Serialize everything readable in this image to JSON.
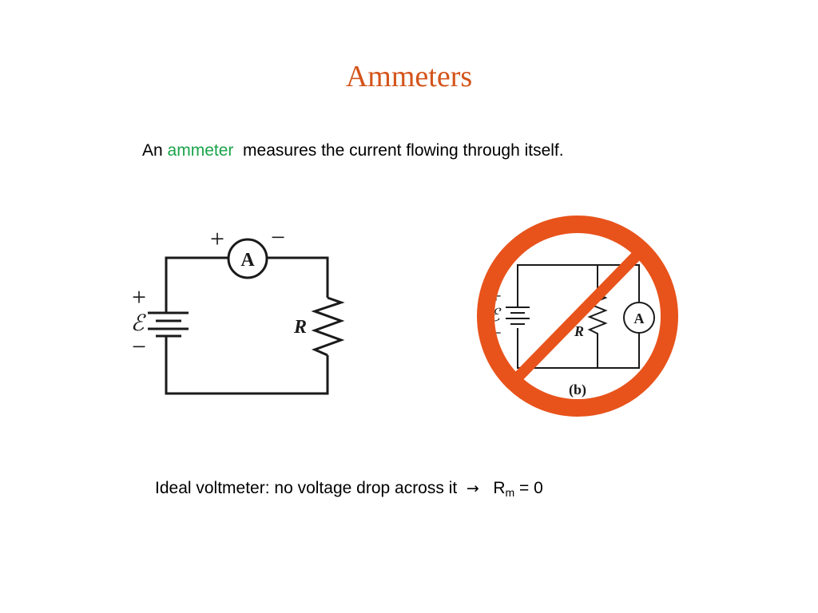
{
  "slide": {
    "title": "Ammeters",
    "line1": {
      "prefix": "An ",
      "keyword": "ammeter",
      "suffix": "  measures the current flowing through itself."
    },
    "line2": {
      "text": "Ideal voltmeter: no voltage drop across it  ",
      "arrow": "→",
      "symbol": "R",
      "subscript": "m",
      "equation": " = 0"
    }
  },
  "left_circuit": {
    "plus_top": "+",
    "minus_top": "−",
    "meter_label": "A",
    "battery_plus": "+",
    "battery_minus": "−",
    "emf_symbol": "ℰ",
    "resistor_label": "R"
  },
  "right_circuit": {
    "battery_plus": "+",
    "battery_minus": "−",
    "emf_symbol": "ℰ",
    "resistor_label": "R",
    "meter_label": "A",
    "caption": "(b)"
  },
  "colors": {
    "title": "#d4541b",
    "keyword": "#1aa34a",
    "prohibition": "#e8531b",
    "wire": "#1a1a1a"
  },
  "icons": {
    "prohibition": "no-entry-sign-icon"
  }
}
